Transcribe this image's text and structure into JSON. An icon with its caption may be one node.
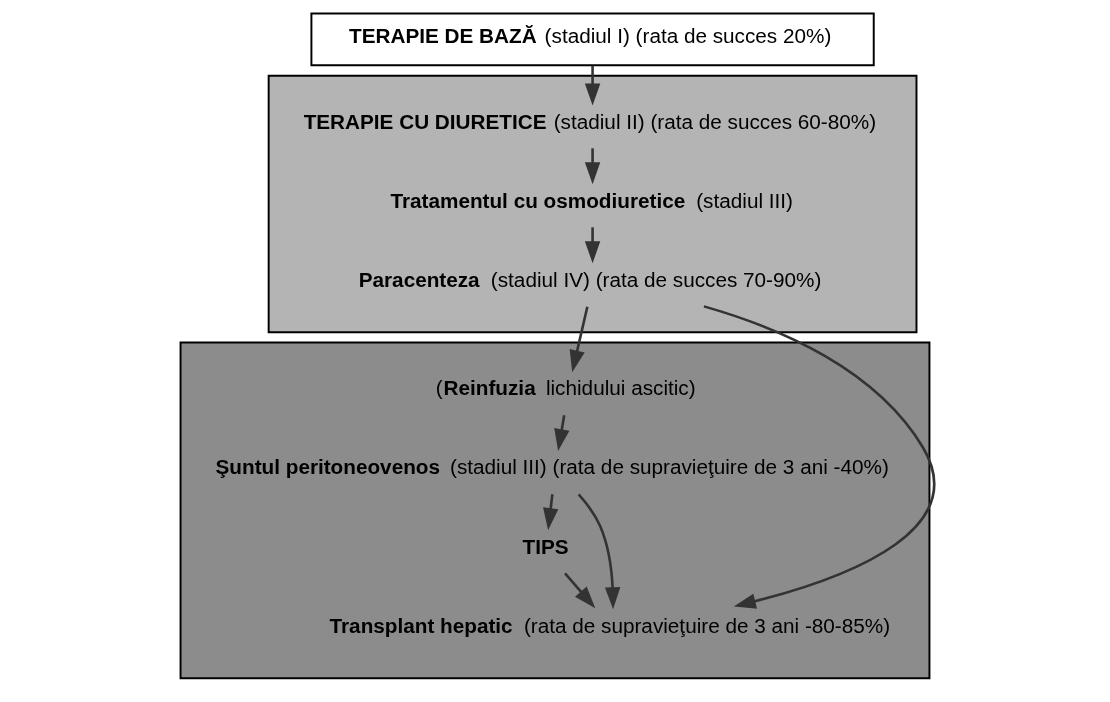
{
  "diagram": {
    "nodes": [
      {
        "text": [
          "**TERAPIE DE BAZĂ** (stadiul I) (rata de succes 20%)"
        ]
      },
      {
        "text": [],
        "shape": "box"
      },
      {
        "text": [
          "**TERAPIE CU DIURETICE** (stadiul II) (rata de succes 60-80%)"
        ],
        "in": 1
      },
      {
        "text": [
          "**Tratamentul cu osmodiuretice** (stadiul III)"
        ],
        "in": 1
      },
      {
        "text": [
          "**Paracenteza** (stadiul IV) (rata de succes 70-90%)"
        ],
        "in": 1
      },
      {
        "text": [],
        "shape": "box"
      },
      {
        "text": [
          "(**Reinfuzia** lichidului ascitic)"
        ],
        "in": 5
      },
      {
        "text": [
          "**Şuntul peritoneovenos** (stadiul III) (rata de supravieţuire de 3 ani -40%)"
        ],
        "in": 5
      },
      {
        "text": [
          "**TIPS**"
        ],
        "in": 5
      },
      {
        "text": [
          "**Transplant hepatic** (rata de supravieţuire de 3 ani -80-85%)"
        ],
        "in": 5
      }
    ],
    "edges": [
      {
        "from": 0,
        "to": 2,
        "arrow": "to"
      },
      {
        "from": 2,
        "to": 3,
        "arrow": "to"
      },
      {
        "from": 3,
        "to": 4,
        "arrow": "to"
      },
      {
        "from": 4,
        "to": 6,
        "arrow": "to"
      },
      {
        "from": 4,
        "to": 9,
        "arrow": "to"
      },
      {
        "from": 6,
        "to": 7,
        "arrow": "to"
      },
      {
        "from": 7,
        "to": 8,
        "arrow": "to"
      },
      {
        "from": 8,
        "to": 9,
        "arrow": "to"
      },
      {
        "from": 7,
        "to": 9,
        "arrow": "to"
      }
    ]
  }
}
